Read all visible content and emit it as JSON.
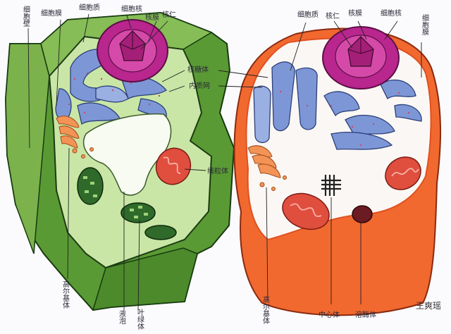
{
  "plant_cell": {
    "labels": {
      "cell_wall": "细胞壁",
      "cell_membrane": "细胞膜",
      "cytoplasm": "细胞质",
      "nucleus": "细胞核",
      "nuclear_membrane": "核膜",
      "nucleolus": "核仁",
      "ribosome": "核糖体",
      "endoplasmic_reticulum": "内质网",
      "mitochondrion": "线粒体",
      "golgi": "高尔基体",
      "vacuole": "液泡",
      "chloroplast": "叶绿体"
    }
  },
  "animal_cell": {
    "labels": {
      "cytoplasm": "细胞质",
      "nucleolus": "核仁",
      "nuclear_membrane": "核膜",
      "nucleus": "细胞核",
      "cell_membrane": "细胞膜",
      "golgi": "高尔基体",
      "centrosome": "中心体",
      "lysosome": "溶酶体"
    }
  },
  "signature": "王爽瑶",
  "colors": {
    "cell_wall": "#5a9a34",
    "cell_wall_light": "#8cc45a",
    "cytoplasm_plant": "#c9e6a6",
    "nucleus_outer": "#b8268e",
    "nucleus_inner": "#d54aa8",
    "er": "#7d97d6",
    "er_dark": "#44609f",
    "mitochondrion": "#e04e3e",
    "golgi": "#f39356",
    "vacuole": "#f7fbf1",
    "chloroplast": "#2f6a2a",
    "animal_membrane": "#e8663a",
    "animal_cyto": "#f1692f",
    "lysosome": "#6b1c22",
    "centrosome": "#333"
  }
}
